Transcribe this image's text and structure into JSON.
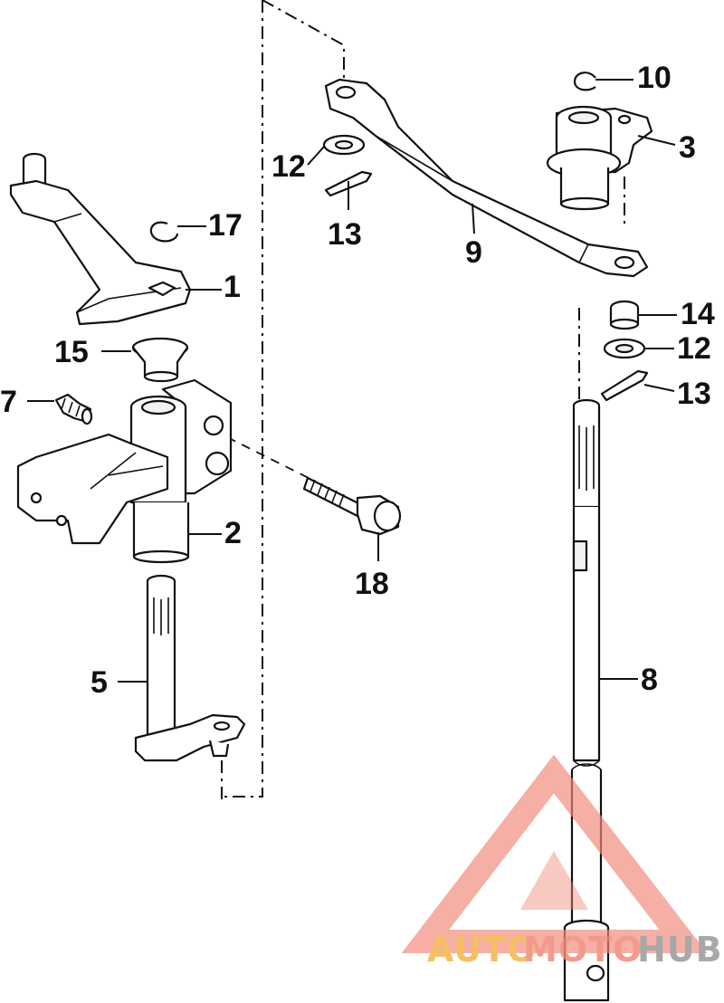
{
  "diagram": {
    "callouts": [
      {
        "id": "c1",
        "text": "1"
      },
      {
        "id": "c2",
        "text": "2"
      },
      {
        "id": "c3",
        "text": "3"
      },
      {
        "id": "c5",
        "text": "5"
      },
      {
        "id": "c7",
        "text": "7"
      },
      {
        "id": "c8",
        "text": "8"
      },
      {
        "id": "c9",
        "text": "9"
      },
      {
        "id": "c10",
        "text": "10"
      },
      {
        "id": "c12a",
        "text": "12"
      },
      {
        "id": "c12b",
        "text": "12"
      },
      {
        "id": "c13a",
        "text": "13"
      },
      {
        "id": "c13b",
        "text": "13"
      },
      {
        "id": "c14",
        "text": "14"
      },
      {
        "id": "c15",
        "text": "15"
      },
      {
        "id": "c17",
        "text": "17"
      },
      {
        "id": "c18",
        "text": "18"
      }
    ]
  },
  "watermark": {
    "part1": "AUTO",
    "part2": "MOTO",
    "part3": "HUB",
    "color_primary": "#f08a7a",
    "color_secondary": "#f5b54a",
    "color_tertiary": "#9a9a9a"
  }
}
